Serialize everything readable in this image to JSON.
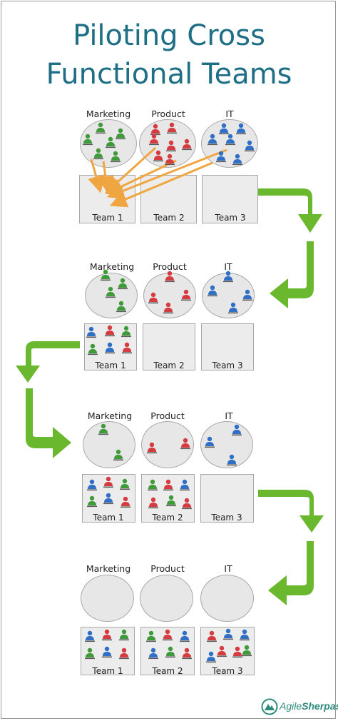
{
  "title_line1": "Piloting Cross",
  "title_line2": "Functional Teams",
  "departments": [
    "Marketing",
    "Product",
    "IT"
  ],
  "teams": [
    "Team 1",
    "Team 2",
    "Team 3"
  ],
  "logo_text_a": "Agile",
  "logo_text_b": "Sherpas",
  "colors": {
    "title": "#1e6f86",
    "marketing": "#3f9a3a",
    "product": "#d63b3f",
    "it": "#2f6fc6",
    "flow_arrow": "#6ab82e",
    "assign_arrow": "#f0a640",
    "circle_fill": "#e7e7e7",
    "box_fill": "#ececec"
  },
  "icons": {
    "person": "person-icon",
    "flow": "green-arrow-icon",
    "assign": "orange-arrow-icon",
    "logo": "mountain-logo-icon"
  }
}
